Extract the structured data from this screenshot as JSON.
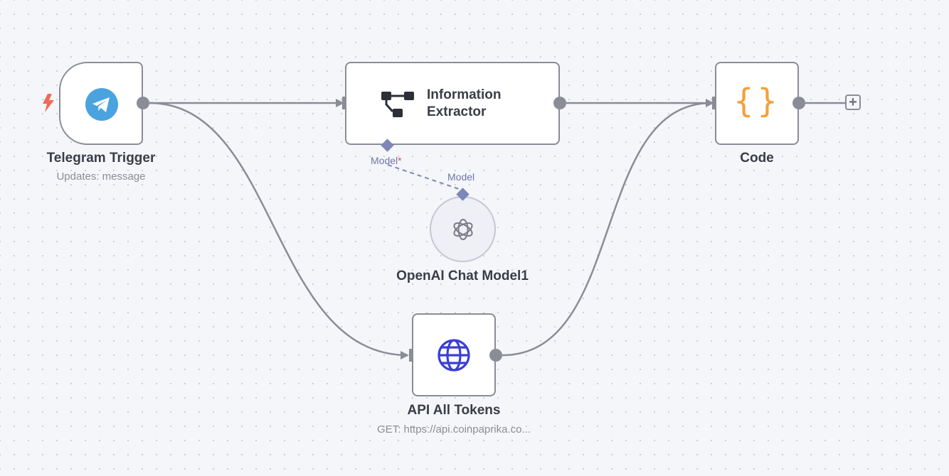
{
  "nodes": {
    "telegram": {
      "title": "Telegram Trigger",
      "subtitle": "Updates: message",
      "icon": "telegram-icon",
      "trigger_icon": "lightning-bolt-icon"
    },
    "extractor": {
      "title_line1": "Information",
      "title_line2": "Extractor",
      "icon": "information-extractor-icon"
    },
    "code": {
      "title": "Code",
      "icon": "code-braces-icon",
      "glyph": "{}"
    },
    "openai": {
      "title": "OpenAI Chat Model1",
      "icon": "openai-icon"
    },
    "api": {
      "title": "API All Tokens",
      "subtitle": "GET: https://api.coinpaprika.co...",
      "icon": "globe-icon"
    }
  },
  "connections": {
    "model_input_label": "Model",
    "model_required_mark": "*",
    "model_output_label": "Model"
  },
  "add_button": {
    "glyph": "+"
  },
  "colors": {
    "canvas": "#f5f6f9",
    "node_border": "#8a8d96",
    "telegram": "#4aa3df",
    "trigger": "#f06a5a",
    "code": "#f2a03d",
    "globe": "#3b3fd4",
    "model_connector": "#7f86b8",
    "required": "#e0474f"
  }
}
